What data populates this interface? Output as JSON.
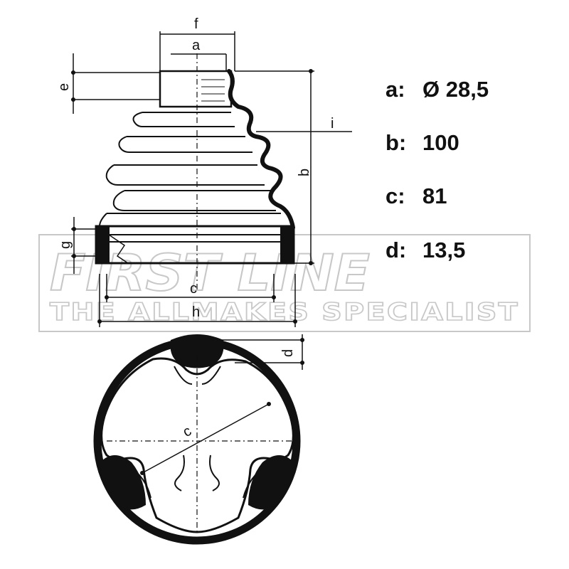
{
  "specs": [
    {
      "key": "a:",
      "value": "Ø 28,5"
    },
    {
      "key": "b:",
      "value": "100"
    },
    {
      "key": "c:",
      "value": "81"
    },
    {
      "key": "d:",
      "value": "13,5"
    }
  ],
  "labels": {
    "f": "f",
    "a": "a",
    "e": "e",
    "i": "i",
    "b": "b",
    "g": "g",
    "c": "c",
    "h": "h",
    "d": "d",
    "c2": "c"
  },
  "watermark": {
    "brand": "FIRST LINE",
    "tagline": "THE ALLMAKES SPECIALIST"
  },
  "colors": {
    "ink": "#111111",
    "watermark_stroke": "#c8c8c8"
  }
}
